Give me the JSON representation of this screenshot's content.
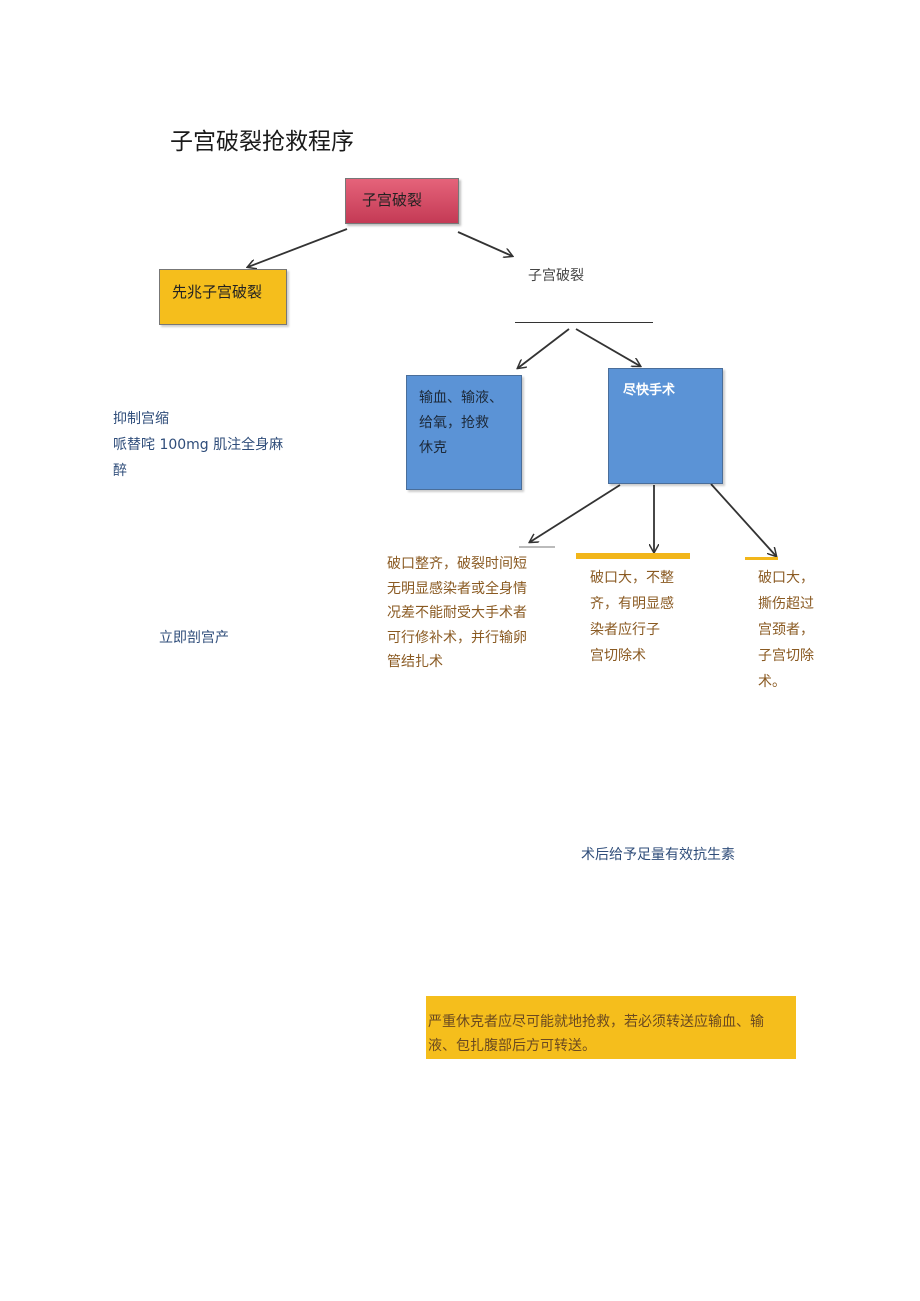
{
  "title": "子宫破裂抢救程序",
  "root_box": "子宫破裂",
  "threatened_box": "先兆子宫破裂",
  "threatened_notes": [
    "抑制宫缩",
    "哌替咤 100mg 肌注全身麻",
    "醉"
  ],
  "threatened_action": "立即剖宫产",
  "rupture_label": "子宫破裂",
  "shock_box": [
    "输血、输液、",
    "给氧，抢救",
    "休克"
  ],
  "surgery_box": "尽快手术",
  "option_repair": [
    "破口整齐，破裂时间短",
    "无明显感染者或全身情",
    "况差不能耐受大手术者",
    "可行修补术，并行输卵",
    "管结扎术"
  ],
  "option_hysterectomy": [
    "破口大，不整",
    "齐，有明显感",
    "染者应行子",
    "宫切除术"
  ],
  "option_total": [
    "破口大，",
    "撕伤超过",
    "宫颈者，",
    "子宫切除",
    "术。"
  ],
  "postop_note": "术后给予足量有效抗生素",
  "transfer_note": [
    "严重休克者应尽可能就地抢救，若必须转送应输血、输",
    "液、包扎腹部后方可转送。"
  ],
  "colors": {
    "root": "#d94a66",
    "threatened": "#f5be1c",
    "blue_box": "#5b93d6",
    "option_text": "#8a5a22",
    "note_text": "#2f4d7a"
  }
}
